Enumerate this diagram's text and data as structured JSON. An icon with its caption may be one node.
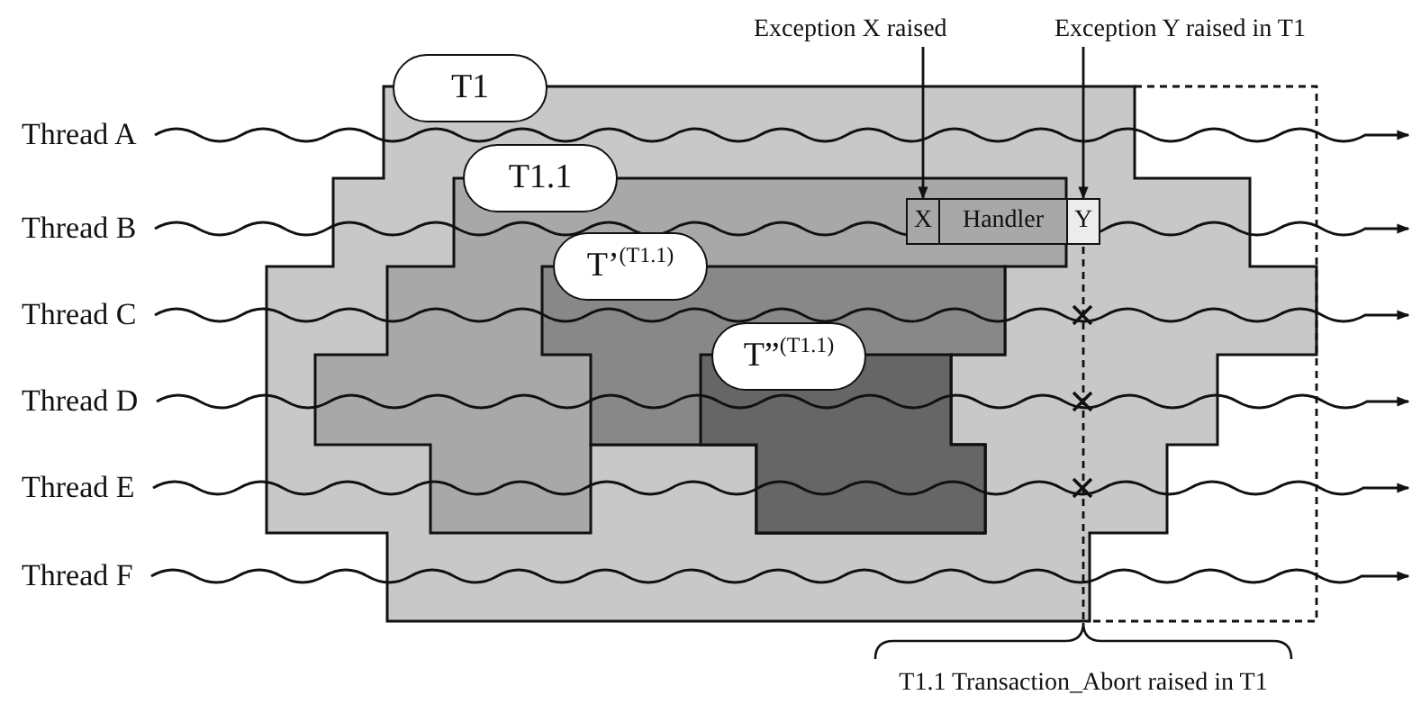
{
  "diagram": {
    "nodes": [
      {
        "text": [
          "Exception X raised"
        ]
      },
      {
        "text": [
          "Exception Y raised in T1"
        ]
      },
      {
        "text": [
          "T1"
        ]
      },
      {
        "text": [
          "T1.1"
        ],
        "in": 2
      },
      {
        "text": [
          "X"
        ],
        "in": 3
      },
      {
        "text": [
          "Handler"
        ],
        "in": 3
      },
      {
        "text": [
          "Y"
        ],
        "in": 2
      },
      {
        "text": [
          "T’$^{(T1.1)}$"
        ],
        "in": 3
      },
      {
        "text": [
          "T”$^{(T1.1)}$"
        ],
        "in": 7
      },
      {
        "text": [
          "Thread A"
        ]
      },
      {
        "text": [
          "Thread B"
        ]
      },
      {
        "text": [
          "Thread C"
        ]
      },
      {
        "text": [
          "Thread D"
        ]
      },
      {
        "text": [
          "Thread E"
        ]
      },
      {
        "text": [
          "Thread F"
        ]
      },
      {
        "text": [
          "T1.1 Transaction_Abort raised in T1"
        ]
      }
    ],
    "edges": [
      {
        "from": 0,
        "to": 4,
        "arrow": "to"
      },
      {
        "from": 1,
        "to": 6,
        "arrow": "to"
      },
      {
        "from": 6,
        "to": 15,
        "arrow": "none",
        "style": "dashed"
      },
      {
        "from": 9,
        "to": null,
        "arrow": "to"
      },
      {
        "from": 10,
        "to": null,
        "arrow": "to"
      },
      {
        "from": 11,
        "to": null,
        "arrow": "to"
      },
      {
        "from": 12,
        "to": null,
        "arrow": "to"
      },
      {
        "from": 13,
        "to": null,
        "arrow": "to"
      },
      {
        "from": 14,
        "to": null,
        "arrow": "to"
      }
    ]
  }
}
